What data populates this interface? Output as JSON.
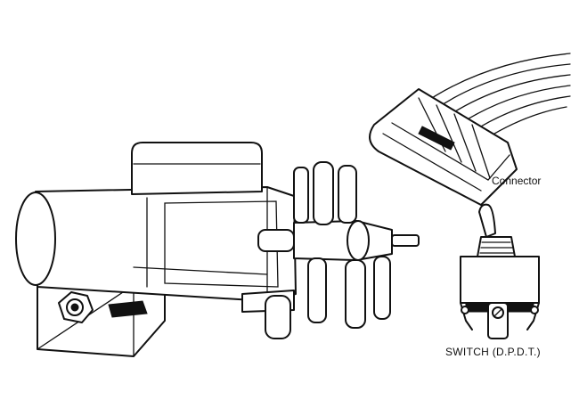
{
  "labels": {
    "connector": "Connector",
    "switch": "SWITCH (D.P.D.T.)"
  },
  "components": [
    "actuator-assembly",
    "connector",
    "dpdt-switch"
  ]
}
